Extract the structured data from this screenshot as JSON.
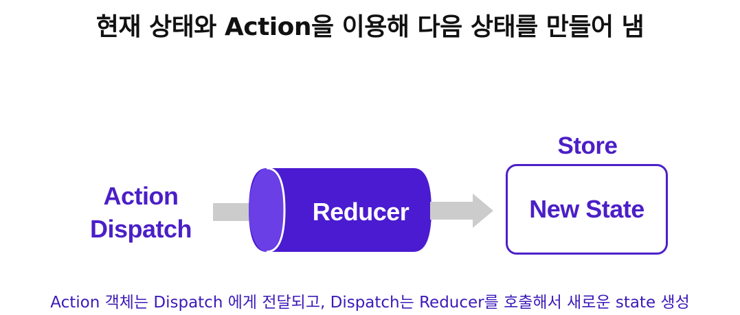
{
  "title": "현재 상태와 Action을 이용해 다음 상태를 만들어 냄",
  "nodes": {
    "action": {
      "line1": "Action",
      "line2": "Dispatch"
    },
    "reducer": {
      "label": "Reducer"
    },
    "store": {
      "group_label": "Store",
      "box_label": "New State"
    }
  },
  "caption": "Action 객체는 Dispatch 에게 전달되고, Dispatch는 Reducer를 호출해서 새로운 state 생성",
  "colors": {
    "accent": "#4b1fc7",
    "reducer_fill": "#4a1bd0",
    "reducer_end": "#6a3fe6",
    "arrow": "#cccccc",
    "title": "#111111"
  }
}
